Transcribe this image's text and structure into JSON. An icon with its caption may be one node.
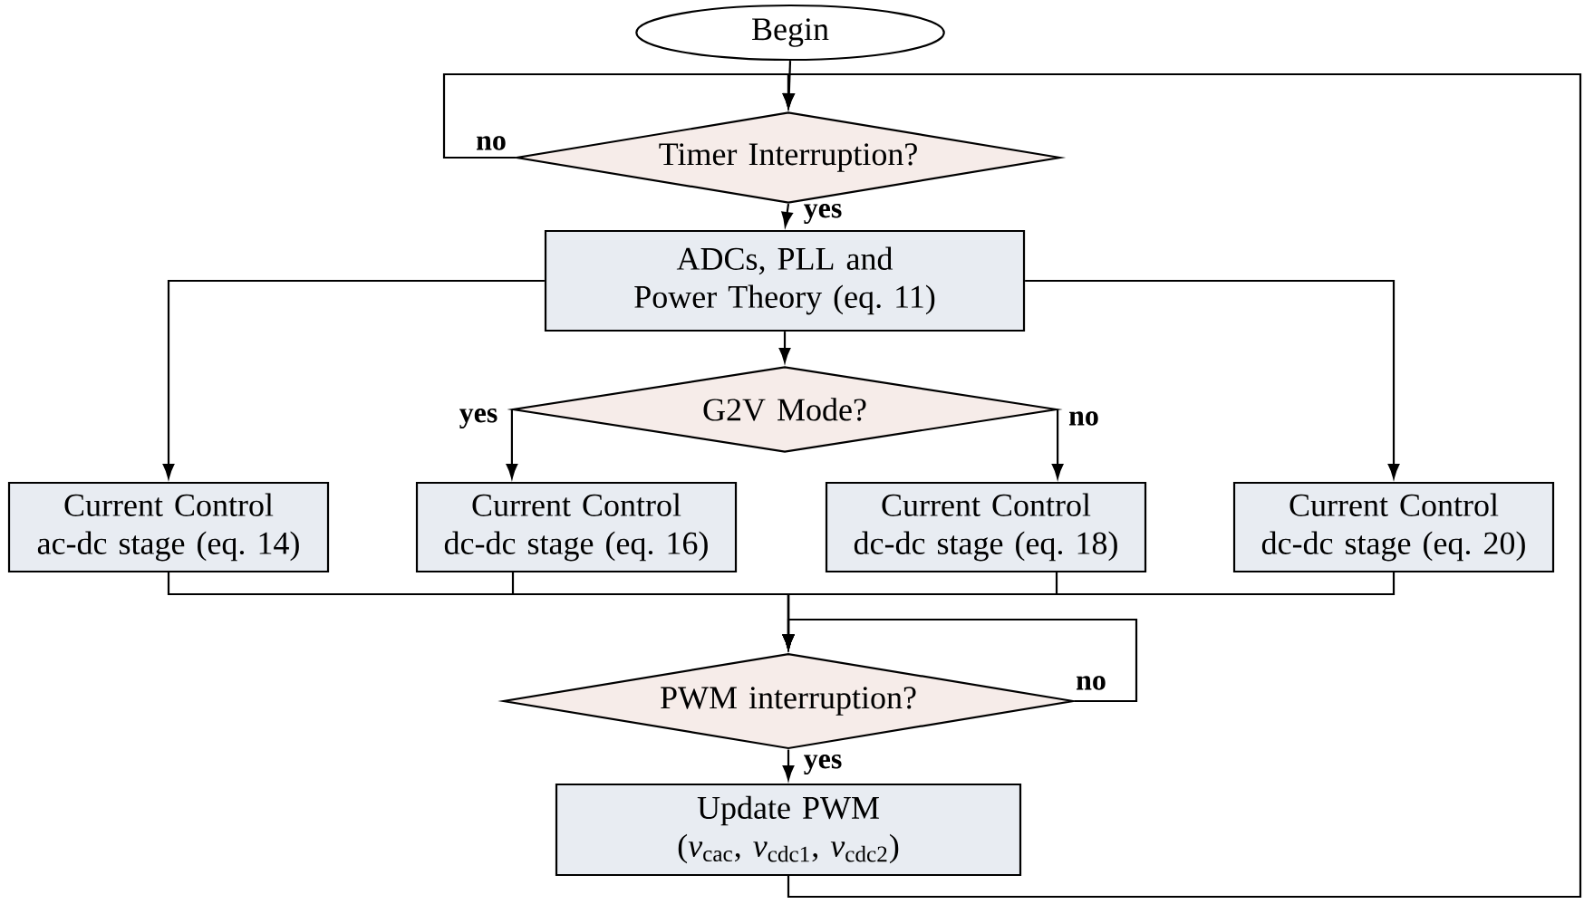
{
  "diagram": {
    "nodes": [
      {
        "text": [
          "Begin"
        ]
      },
      {
        "text": [
          "Timer Interruption?"
        ]
      },
      {
        "text": [
          "ADCs, PLL and Power Theory (eq. 11)"
        ]
      },
      {
        "text": [
          "G2V Mode?"
        ]
      },
      {
        "text": [
          "Current Control ac-dc stage (eq. 14)"
        ]
      },
      {
        "text": [
          "Current Control dc-dc stage (eq. 16)"
        ]
      },
      {
        "text": [
          "Current Control dc-dc stage (eq. 18)"
        ]
      },
      {
        "text": [
          "Current Control dc-dc stage (eq. 20)"
        ]
      },
      {
        "text": [
          "PWM interruption?"
        ]
      },
      {
        "text": [
          "Update PWM",
          "(*v*$_{cac}$, *v*$_{cdc1}$, *v*$_{cdc2}$)"
        ]
      }
    ],
    "edges": [
      {
        "from": 0,
        "to": 1,
        "arrow": "to"
      },
      {
        "from": 1,
        "to": 1,
        "label": "no",
        "arrow": "to"
      },
      {
        "from": 1,
        "to": 2,
        "label": "yes",
        "arrow": "to"
      },
      {
        "from": 2,
        "to": 3,
        "arrow": "to"
      },
      {
        "from": 2,
        "to": 4,
        "arrow": "to"
      },
      {
        "from": 2,
        "to": 7,
        "arrow": "to"
      },
      {
        "from": 3,
        "to": 5,
        "label": "yes",
        "arrow": "to"
      },
      {
        "from": 3,
        "to": 6,
        "label": "no",
        "arrow": "to"
      },
      {
        "from": 4,
        "to": 8,
        "arrow": "to"
      },
      {
        "from": 5,
        "to": 8,
        "arrow": "to"
      },
      {
        "from": 6,
        "to": 8,
        "arrow": "to"
      },
      {
        "from": 7,
        "to": 8,
        "arrow": "to"
      },
      {
        "from": 8,
        "to": 8,
        "label": "no",
        "arrow": "to"
      },
      {
        "from": 8,
        "to": 9,
        "label": "yes",
        "arrow": "to"
      },
      {
        "from": 9,
        "to": 1,
        "arrow": "to"
      }
    ]
  }
}
